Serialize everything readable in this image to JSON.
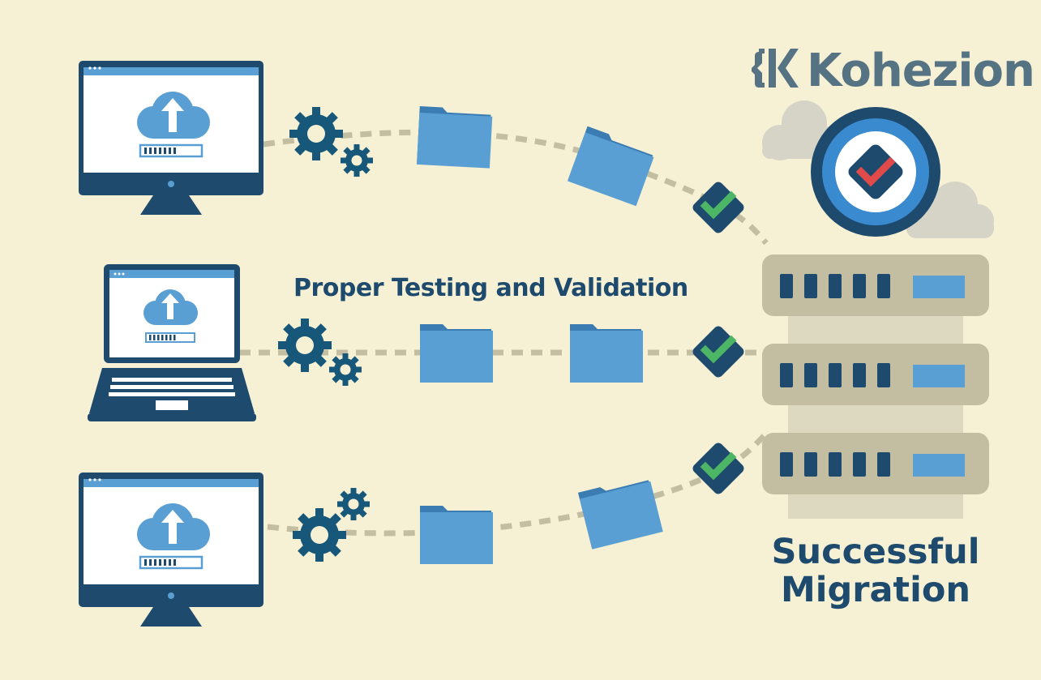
{
  "brand": {
    "name": "Kohezion",
    "logo_icon": "kohezion-bracket-logo-icon"
  },
  "labels": {
    "middle_heading": "Proper Testing and Validation",
    "outcome_line1": "Successful",
    "outcome_line2": "Migration"
  },
  "sources": [
    {
      "device": "desktop-monitor",
      "icon": "cloud-upload-icon",
      "flow": [
        "gears-icon",
        "folder-icon",
        "folder-icon",
        "check-icon"
      ]
    },
    {
      "device": "laptop",
      "icon": "cloud-upload-icon",
      "flow": [
        "gears-icon",
        "folder-icon",
        "folder-icon",
        "check-icon"
      ]
    },
    {
      "device": "desktop-monitor",
      "icon": "cloud-upload-icon",
      "flow": [
        "gears-icon",
        "folder-icon",
        "folder-icon",
        "check-icon"
      ]
    }
  ],
  "destination": {
    "device": "server-rack",
    "badge": "verified-check-badge-icon"
  },
  "colors": {
    "background": "#f6f1d4",
    "navy": "#1e4a6d",
    "folder_blue": "#5a9fd3",
    "gear_teal": "#16577a",
    "check_green": "#4cb566",
    "server_beige": "#c3bea2",
    "cloud_grey": "#d6d3c7",
    "badge_check_red": "#e04a4a"
  }
}
